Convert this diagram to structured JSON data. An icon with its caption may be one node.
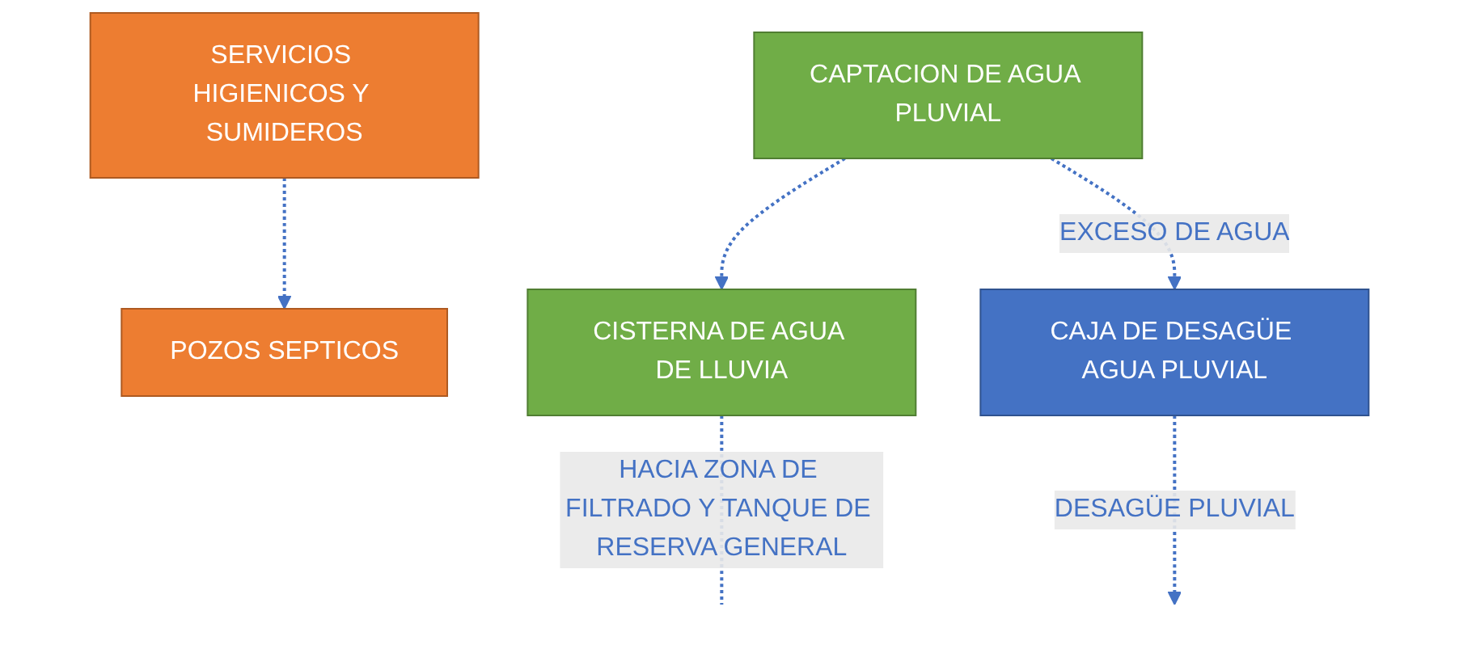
{
  "diagram": {
    "nodes": [
      {
        "text": [
          "SERVICIOS HIGIENICOS Y SUMIDEROS"
        ]
      },
      {
        "text": [
          "CAPTACION DE AGUA PLUVIAL"
        ]
      },
      {
        "text": [
          "POZOS SEPTICOS"
        ]
      },
      {
        "text": [
          "CAJA DE DESAGÜE AGUA PLUVIAL"
        ]
      },
      {
        "text": [
          "CISTERNA DE AGUA DE LLUVIA"
        ]
      }
    ],
    "edges": [
      {
        "from": 0,
        "to": 2,
        "arrow": "to",
        "style": "dashed"
      },
      {
        "from": 1,
        "to": 4,
        "arrow": "to",
        "style": "dashed"
      },
      {
        "from": 1,
        "to": 3,
        "arrow": "to",
        "style": "dashed",
        "label": "EXCESO DE AGUA"
      },
      {
        "from": 3,
        "to": null,
        "arrow": "to",
        "style": "dashed",
        "label": "DESAGÜE PLUVIAL"
      },
      {
        "from": 4,
        "to": null,
        "arrow": "none",
        "style": "dashed",
        "label": "HACIA ZONA DE FILTRADO Y TANQUE DE RESERVA GENERAL"
      }
    ]
  }
}
